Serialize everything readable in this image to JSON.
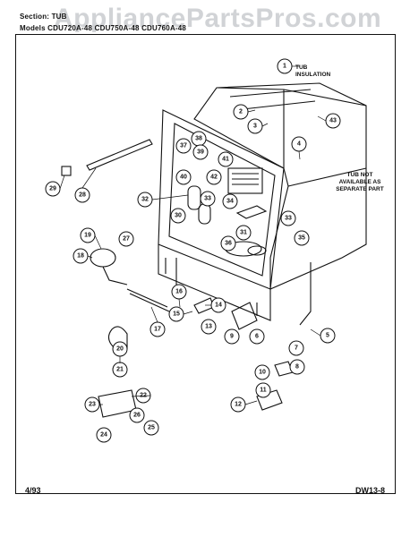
{
  "header": {
    "section_line": "Section: TUB",
    "models_line": "Models CDU720A-48  CDU750A-48  CDU760A-48"
  },
  "watermark": "AppliancePartsPros.com",
  "notes": {
    "tub_insulation": [
      "TUB",
      "INSULATION"
    ],
    "tub_not_available": [
      "TUB NOT",
      "AVAILABLE AS",
      "SEPARATE PART"
    ]
  },
  "callouts": [
    "1",
    "2",
    "3",
    "4",
    "5",
    "6",
    "7",
    "8",
    "9",
    "10",
    "11",
    "12",
    "13",
    "14",
    "15",
    "16",
    "17",
    "18",
    "19",
    "20",
    "21",
    "22",
    "23",
    "24",
    "25",
    "26",
    "27",
    "28",
    "29",
    "30",
    "31",
    "32",
    "33",
    "33",
    "34",
    "35",
    "36",
    "37",
    "38",
    "39",
    "40",
    "41",
    "42",
    "43"
  ],
  "footer": {
    "date": "4/93",
    "page_code": "DW13-8"
  },
  "colors": {
    "line": "#111111",
    "watermark": "#9aa0a6"
  }
}
